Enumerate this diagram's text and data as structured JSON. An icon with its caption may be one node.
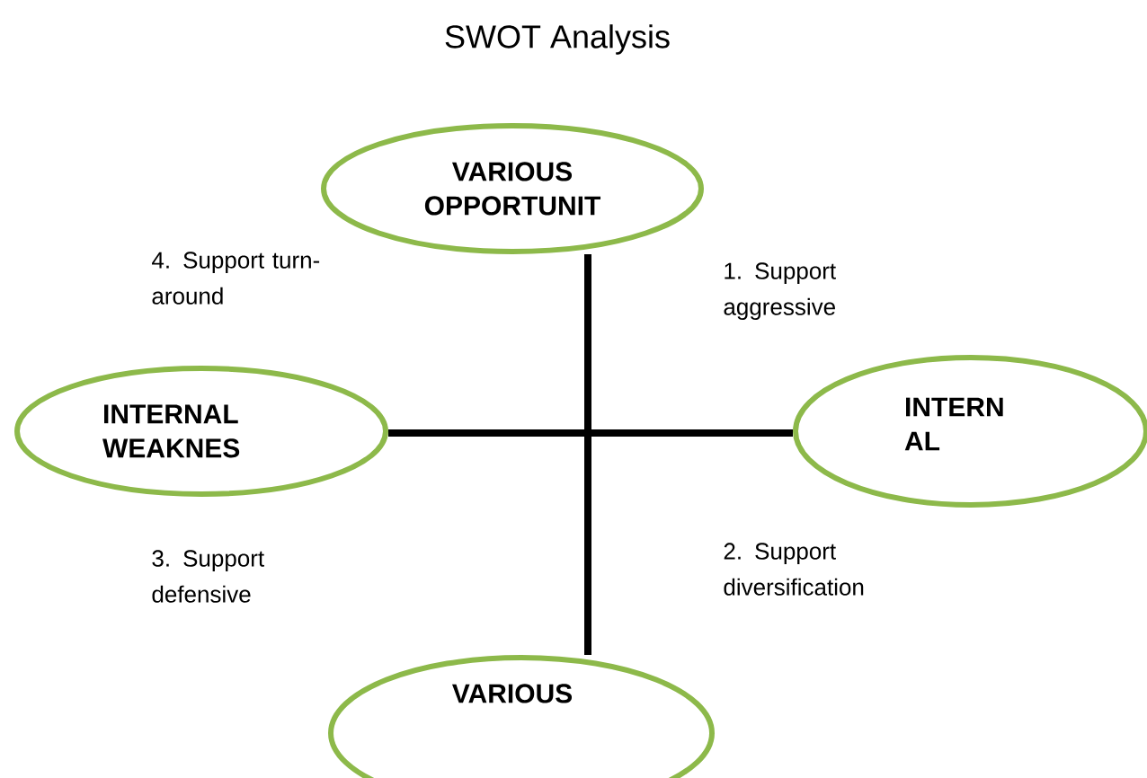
{
  "diagram": {
    "title": "SWOT Analysis",
    "nodes": [
      {
        "text": [
          "VARIOUS OPPORTUNIT"
        ]
      },
      {
        "text": [
          "INTERNAL WEAKNES"
        ]
      },
      {
        "text": [
          "INTERN AL"
        ]
      },
      {
        "text": [
          "VARIOUS"
        ]
      }
    ],
    "edges": [
      {
        "from": 0,
        "to": 3,
        "arrow": "none"
      },
      {
        "from": 1,
        "to": 2,
        "arrow": "none"
      }
    ],
    "labels": [
      "4. Support turn-around",
      "1. Support aggressive",
      "3. Support defensive",
      "2. Support diversification"
    ]
  }
}
